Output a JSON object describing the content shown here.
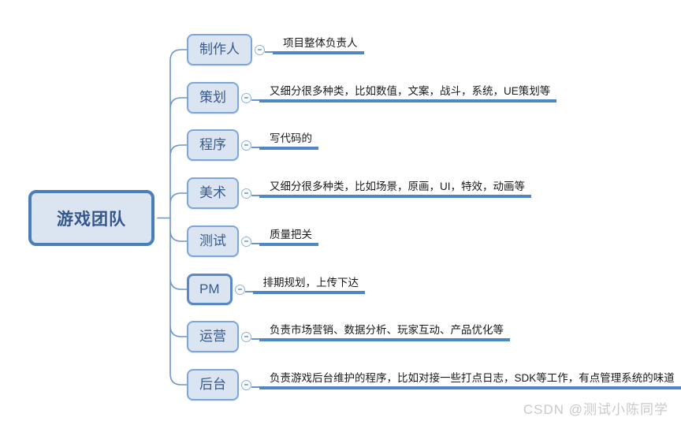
{
  "root": {
    "label": "游戏团队"
  },
  "branches": [
    {
      "label": "制作人",
      "note": "项目整体负责人",
      "selected": false
    },
    {
      "label": "策划",
      "note": "又细分很多种类，比如数值，文案，战斗，系统，UE策划等",
      "selected": false
    },
    {
      "label": "程序",
      "note": "写代码的",
      "selected": false
    },
    {
      "label": "美术",
      "note": "又细分很多种类，比如场景，原画，UI，特效，动画等",
      "selected": false
    },
    {
      "label": "测试",
      "note": "质量把关",
      "selected": false
    },
    {
      "label": "PM",
      "note": "排期规划，上传下达",
      "selected": true
    },
    {
      "label": "运营",
      "note": "负责市场营销、数据分析、玩家互动、产品优化等",
      "selected": false
    },
    {
      "label": "后台",
      "note": "负责游戏后台维护的程序，比如对接一些打点日志，SDK等工作，有点管理系统的味道",
      "selected": false
    }
  ],
  "watermark": "CSDN @测试小陈同学",
  "colors": {
    "node_fill": "#dbe5f1",
    "node_border": "#7ea6d8",
    "root_border": "#4a7ebb",
    "node_text": "#3a5a8c",
    "note_line": "#4e86c6",
    "connector": "#6d96c8",
    "note_text": "#1a1a1a",
    "watermark_text": "#c9c9c9"
  }
}
